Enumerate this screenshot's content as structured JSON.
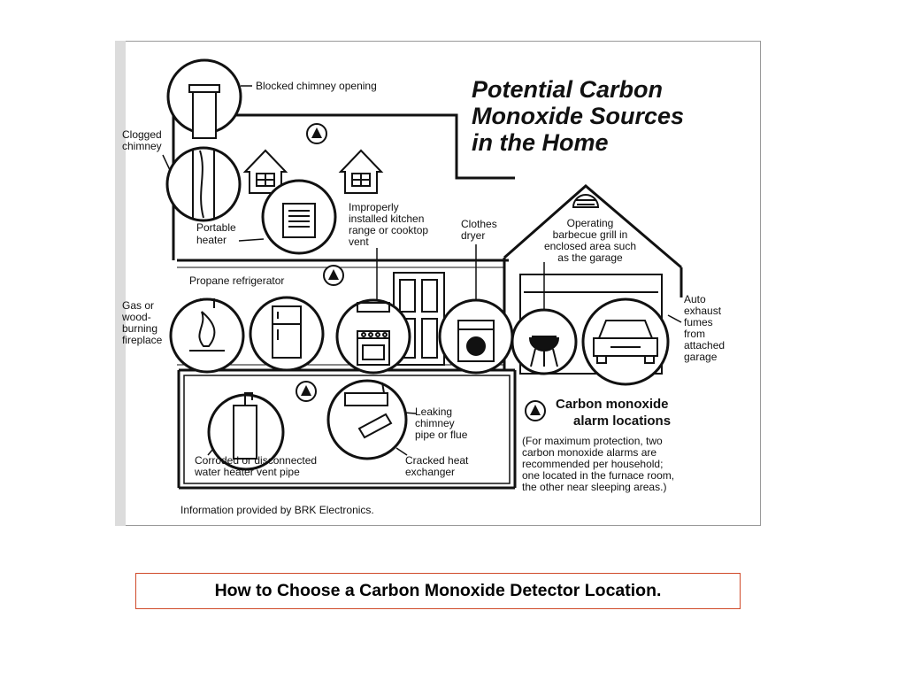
{
  "diagram": {
    "title_lines": [
      "Potential Carbon",
      "Monoxide Sources",
      "in the Home"
    ],
    "labels": {
      "blocked_chimney": "Blocked chimney opening",
      "clogged_chimney": [
        "Clogged",
        "chimney"
      ],
      "portable_heater": [
        "Portable",
        "heater"
      ],
      "kitchen_range": [
        "Improperly",
        "installed kitchen",
        "range or cooktop",
        "vent"
      ],
      "clothes_dryer": [
        "Clothes",
        "dryer"
      ],
      "barbecue": [
        "Operating",
        "barbecue grill in",
        "enclosed area such",
        "as the garage"
      ],
      "propane_fridge": "Propane refrigerator",
      "fireplace": [
        "Gas or",
        "wood-",
        "burning",
        "fireplace"
      ],
      "auto_exhaust": [
        "Auto",
        "exhaust",
        "fumes",
        "from",
        "attached",
        "garage"
      ],
      "water_heater": [
        "Corroded or disconnected",
        "water heater vent pipe"
      ],
      "chimney_pipe": [
        "Leaking",
        "chimney",
        "pipe or flue"
      ],
      "heat_exchanger": [
        "Cracked heat",
        "exchanger"
      ]
    },
    "legend": {
      "heading": [
        "Carbon monoxide",
        "alarm locations"
      ],
      "note": [
        "(For maximum protection, two",
        "carbon monoxide alarms are",
        "recommended per household;",
        "one located in the furnace room,",
        "the other near sleeping areas.)"
      ]
    },
    "credit": "Information provided by BRK Electronics."
  },
  "caption": "How to Choose a Carbon Monoxide Detector Location."
}
